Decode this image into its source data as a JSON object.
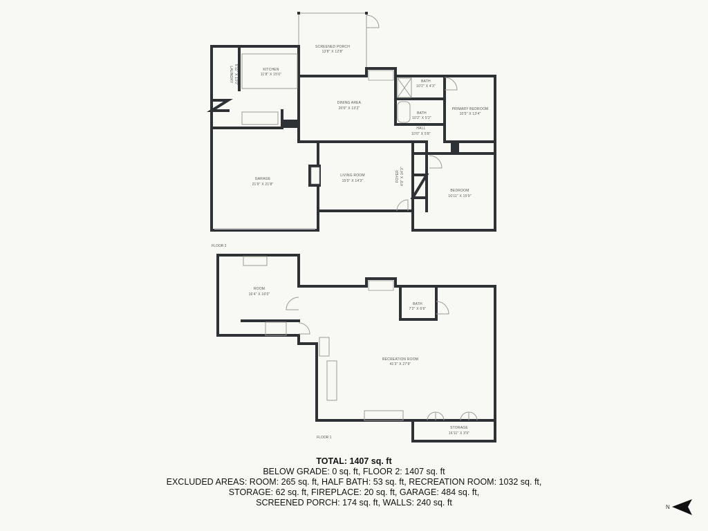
{
  "floor2": {
    "label": "FLOOR 2",
    "rooms": [
      {
        "name": "SCREENED PORCH",
        "dims": "13'8\" X 12'8\""
      },
      {
        "name": "KITCHEN",
        "dims": "11'8\" X 15'0\""
      },
      {
        "name": "LAUNDRY",
        "dims": "5'11\" X 13'0\""
      },
      {
        "name": "DINING AREA",
        "dims": "20'0\" X 13'2\""
      },
      {
        "name": "BATH",
        "dims": "10'2\" X 4'3\""
      },
      {
        "name": "BATH",
        "dims": "10'2\" X 5'2\""
      },
      {
        "name": "HALL",
        "dims": "10'0\" X 5'8\""
      },
      {
        "name": "PRIMARY BEDROOM",
        "dims": "10'5\" X 13'4\""
      },
      {
        "name": "GARAGE",
        "dims": "21'9\" X 21'8\""
      },
      {
        "name": "LIVING ROOM",
        "dims": "15'0\" X 14'3\""
      },
      {
        "name": "FOYER",
        "dims": "4'9\" X 14'3\""
      },
      {
        "name": "BEDROOM",
        "dims": "16'11\" X 15'9\""
      }
    ]
  },
  "floor1": {
    "label": "FLOOR 1",
    "rooms": [
      {
        "name": "ROOM",
        "dims": "16'4\" X 16'0\""
      },
      {
        "name": "BATH",
        "dims": "7'2\" X 6'6\""
      },
      {
        "name": "RECREATION ROOM",
        "dims": "41'3\" X 27'9\""
      },
      {
        "name": "STORAGE",
        "dims": "16'11\" X 3'9\""
      }
    ]
  },
  "summary": {
    "total": "TOTAL: 1407 sq. ft",
    "line1": "BELOW GRADE: 0 sq. ft, FLOOR 2: 1407 sq. ft",
    "line2": "EXCLUDED AREAS: ROOM: 265 sq. ft, HALF BATH: 53 sq. ft, RECREATION ROOM: 1032 sq. ft,",
    "line3": "STORAGE: 62 sq. ft, FIREPLACE: 20 sq. ft, GARAGE: 484 sq. ft,",
    "line4": "SCREENED PORCH: 174 sq. ft, WALLS: 240 sq. ft"
  },
  "compass": {
    "label": "N",
    "icon": "north-arrow-icon"
  }
}
